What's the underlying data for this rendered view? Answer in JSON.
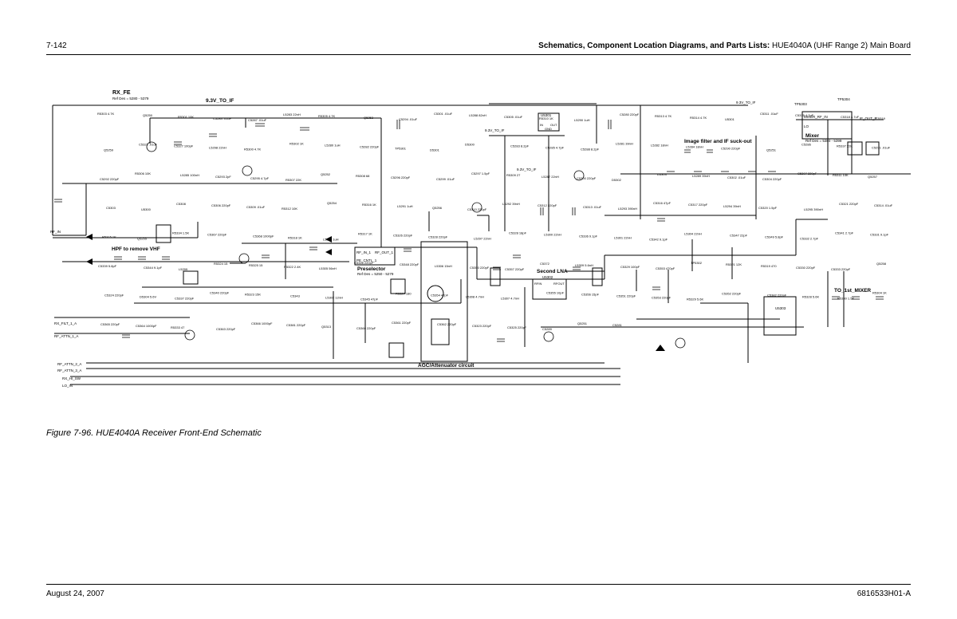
{
  "header": {
    "page_number": "7-142",
    "title_bold": "Schematics, Component Location Diagrams, and Parts Lists:",
    "title_rest": "HUE4040A (UHF Range 2) Main Board"
  },
  "figure": {
    "caption": "Figure 7-96. HUE4040A Receiver Front-End Schematic"
  },
  "footer": {
    "date": "August 24, 2007",
    "doc_number": "6816533H01-A"
  },
  "schematic": {
    "blocks": {
      "rx_fe": {
        "label": "RX_FE",
        "ref": "Ref Des = 5280 - 5379"
      },
      "supply": {
        "label": "9.3V_TO_IF"
      },
      "hpf": {
        "label": "HPF to remove VHF"
      },
      "preselector": {
        "label": "Preselector",
        "ref": "Ref Des = 5250 - 5279",
        "pin_in": "RF_IN_1",
        "pin_out": "RF_OUT_1",
        "pin_ctl": "PE_CNTL_1"
      },
      "agc": {
        "label": "AGC/Attenuator circuit"
      },
      "lna": {
        "label": "Second LNA",
        "ic": "U5302",
        "pin_in": "RFIN",
        "pin_out": "RFOUT"
      },
      "image_filter": {
        "label": "Image filter and IF suck-out"
      },
      "mixer": {
        "label": "Mixer",
        "ref": "Ref Des = 5380 - 5399",
        "pin_in": "MIXER_RF_IN",
        "pin_lo": "LO",
        "tp1": "TP5303",
        "tp2": "TP5304"
      },
      "first_mixer": {
        "label": "TO_1st_MIXER",
        "ic": "U5303"
      },
      "regulator": {
        "ic": "U5301",
        "pin_in": "IN",
        "pin_out": "OUT",
        "pin_gnd": "GND"
      }
    },
    "ports": {
      "rf_in": "RF_IN",
      "to_if": "9.3V_TO_IF",
      "if_out": "IF_OUT_P",
      "rx_filt": "RX_FILT_1_A",
      "rf_attn1": "RF_ATTN_1_A",
      "rf_attn2": "RF_ATTN_2_A",
      "rf_attn3": "RF_ATTN_3_A",
      "rx_hi_sw": "RX_HI_SW",
      "lo_in": "LO_IN",
      "v_local": "9.3V_TO_IF",
      "v_local2": "9.3V_TO_IF"
    },
    "components": [
      "R5303 4.7K",
      "Q5250",
      "R5301 10K",
      "C5284 .01uF",
      "C5287 .01uF",
      "L5283 22nH",
      "R5305 4.7K",
      "Q5253",
      "C5294 .01uF",
      "C5301 .01uF",
      "L5288 82nH",
      "C5305 .01uF",
      "R5310 1K",
      "L5290 1uH",
      "C5280 220pF",
      "R5313 4.7K",
      "R5314 4.7K",
      "U5301",
      "C5311 .01uF",
      "C5315 4.7uF",
      "C5318 4.7uF",
      "C5319",
      "Q5259",
      "C5322 .01uF",
      "C5327 100pF",
      "L5298 22nH",
      "R5300 4.7K",
      "R5302 1K",
      "L5280 1uH",
      "C5282 220pF",
      "TP5301",
      "D5301",
      "D5300",
      "C5283 8.2pF",
      "C5285 4.7pF",
      "C5288 8.2pF",
      "L5281 39nH",
      "L5282 18nH",
      "L5284 18nH",
      "C5290 220pF",
      "Q5251",
      "C5286",
      "R5337 22K",
      "C5291 .01uF",
      "C5292 220pF",
      "R5306 10K",
      "L5285 100nH",
      "C5293 2pF",
      "C5295 4.7pF",
      "R5307 22K",
      "Q5252",
      "R5308 68",
      "C5296 220pF",
      "C5299 .01uF",
      "C5297 1.5pF",
      "R5309 27",
      "L5287 22nH",
      "C5300 220pF",
      "D5302",
      "D5303",
      "L5289 39nH",
      "C5302 .01uF",
      "C5304 220pF",
      "C5307 220pF",
      "R5311 10K",
      "Q5257",
      "C5303",
      "U5300",
      "C5308",
      "C5306 220pF",
      "C5309 .01uF",
      "R5312 10K",
      "Q5254",
      "R5316 1K",
      "L5291 1uH",
      "Q5256",
      "C5310 220pF",
      "L5292 39nH",
      "C5312 220pF",
      "C5313 .01uF",
      "L5293 390nH",
      "C5316 47pF",
      "C5317 220pF",
      "L5294 39nH",
      "C5320 1.5pF",
      "L5295 390nH",
      "C5321 220pF",
      "C5314 .01uF",
      "R5315 1K",
      "Q5255",
      "R5334 1.5K",
      "C5367 220pF",
      "C5368 1000pF",
      "R5318 1K",
      "L5296 1uH",
      "R5317 1K",
      "C5326 220pF",
      "C5328 220pF",
      "L5297 22nH",
      "C5328 18pF",
      "L5300 22nH",
      "C5336 9.1pF",
      "L5301 22nH",
      "C5342 9.1pF",
      "L5304 22nH",
      "C5347 22pF",
      "C5349 5.8pF",
      "C5332 2.7pF",
      "C5341 2.7pF",
      "C5331 9.1pF",
      "C5339 5.8pF",
      "C5344 9.1pF",
      "L5299",
      "R5324 15",
      "R5325 15",
      "R5322 2.4K",
      "L5305 56nH",
      "C5346 220pF",
      "C5348 220pF",
      "L5306 15nH",
      "C5350 220pF",
      "C5357 220pF",
      "C5372",
      "L5309 5.6nH",
      "C5329 100pF",
      "C5353 470pF",
      "TP5302",
      "R5321 12K",
      "R5319 470",
      "C5330 220pF",
      "C5333 220pF",
      "Q5258",
      "C5324 220pF",
      "D5304 5.6V",
      "C5337 220pF",
      "C5340 220pF",
      "R5323 15K",
      "C5343",
      "L5302 12nH",
      "C5345 47pF",
      "R5327 180",
      "C5354 47pF",
      "L5308 4.7nH",
      "L5307 4.7nH",
      "C5355 10pF",
      "C5356 15pF",
      "C5351 220pF",
      "C5353 220pF",
      "R5329 5.6K",
      "C5352 220pF",
      "C5382 220pF",
      "R5328 5.6K",
      "R5330 1.5K",
      "R5304 1K",
      "C5365 220pF",
      "C5364 1000pF",
      "R5333 47",
      "C5363 220pF",
      "C5366 1000pF",
      "C5381 220pF",
      "Q5313",
      "C5360 220pF",
      "C5361 220pF",
      "C5362 220pF",
      "C5323 220pF",
      "C5325 220pF",
      "C5289",
      "Q5251",
      "C5281"
    ]
  }
}
